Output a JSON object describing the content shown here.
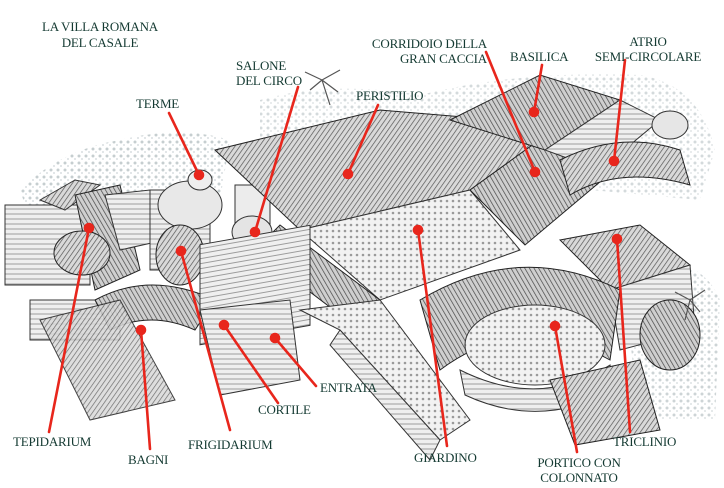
{
  "title": {
    "line1": "LA VILLA ROMANA",
    "line2": "DEL CASALE"
  },
  "labels": {
    "terme": "TERME",
    "salone_line1": "SALONE",
    "salone_line2": "DEL CIRCO",
    "peristilio": "PERISTILIO",
    "corridoio_line1": "CORRIDOIO DELLA",
    "corridoio_line2": "GRAN CACCIA",
    "basilica": "BASILICA",
    "atrio_line1": "ATRIO",
    "atrio_line2": "SEMI-CIRCOLARE",
    "entrata": "ENTRATA",
    "cortile": "CORTILE",
    "tepidarium": "TEPIDARIUM",
    "frigidarium": "FRIGIDARIUM",
    "bagni": "BAGNI",
    "giardino": "GIARDINO",
    "portico_line1": "PORTICO CON",
    "portico_line2": "COLONNATO",
    "triclinio": "TRICLINIO"
  },
  "colors": {
    "label_text": "#143a32",
    "leader_line": "#e8261c",
    "ink": "#2a2a2a"
  }
}
